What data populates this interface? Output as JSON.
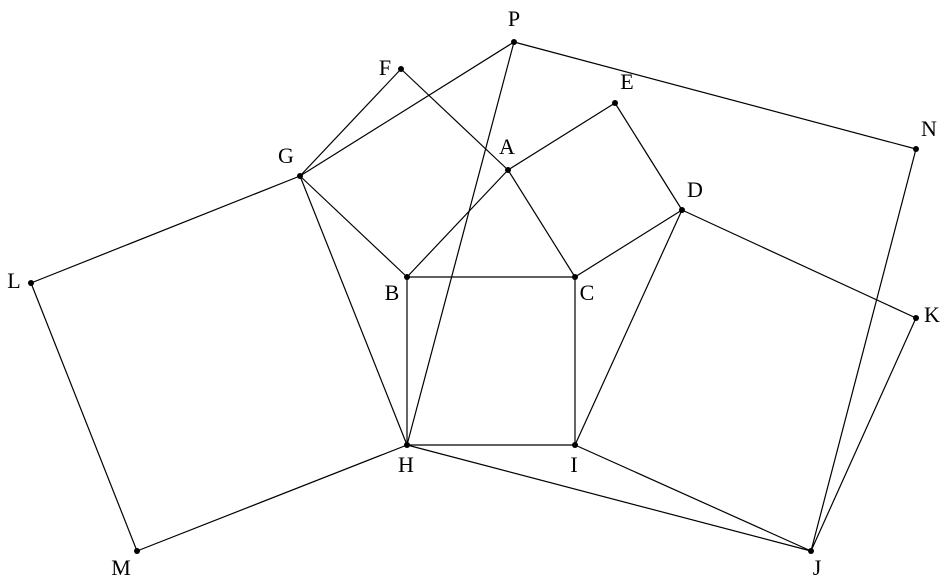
{
  "diagram": {
    "points": [
      {
        "id": "P",
        "label": "P"
      },
      {
        "id": "F",
        "label": "F"
      },
      {
        "id": "E",
        "label": "E"
      },
      {
        "id": "N",
        "label": "N"
      },
      {
        "id": "A",
        "label": "A"
      },
      {
        "id": "G",
        "label": "G"
      },
      {
        "id": "D",
        "label": "D"
      },
      {
        "id": "L",
        "label": "L"
      },
      {
        "id": "B",
        "label": "B"
      },
      {
        "id": "C",
        "label": "C"
      },
      {
        "id": "K",
        "label": "K"
      },
      {
        "id": "H",
        "label": "H"
      },
      {
        "id": "I",
        "label": "I"
      },
      {
        "id": "M",
        "label": "M"
      },
      {
        "id": "J",
        "label": "J"
      }
    ],
    "segments": [
      [
        "B",
        "C"
      ],
      [
        "C",
        "I"
      ],
      [
        "I",
        "H"
      ],
      [
        "H",
        "B"
      ],
      [
        "A",
        "B"
      ],
      [
        "A",
        "C"
      ],
      [
        "A",
        "F"
      ],
      [
        "F",
        "G"
      ],
      [
        "G",
        "B"
      ],
      [
        "A",
        "E"
      ],
      [
        "E",
        "D"
      ],
      [
        "D",
        "C"
      ],
      [
        "G",
        "L"
      ],
      [
        "L",
        "M"
      ],
      [
        "M",
        "H"
      ],
      [
        "H",
        "G"
      ],
      [
        "D",
        "K"
      ],
      [
        "K",
        "J"
      ],
      [
        "J",
        "I"
      ],
      [
        "I",
        "D"
      ],
      [
        "G",
        "P"
      ],
      [
        "P",
        "N"
      ],
      [
        "N",
        "J"
      ],
      [
        "J",
        "H"
      ],
      [
        "P",
        "H"
      ]
    ],
    "colors": {
      "stroke": "#000000",
      "point": "#000000",
      "background": "#ffffff"
    }
  }
}
